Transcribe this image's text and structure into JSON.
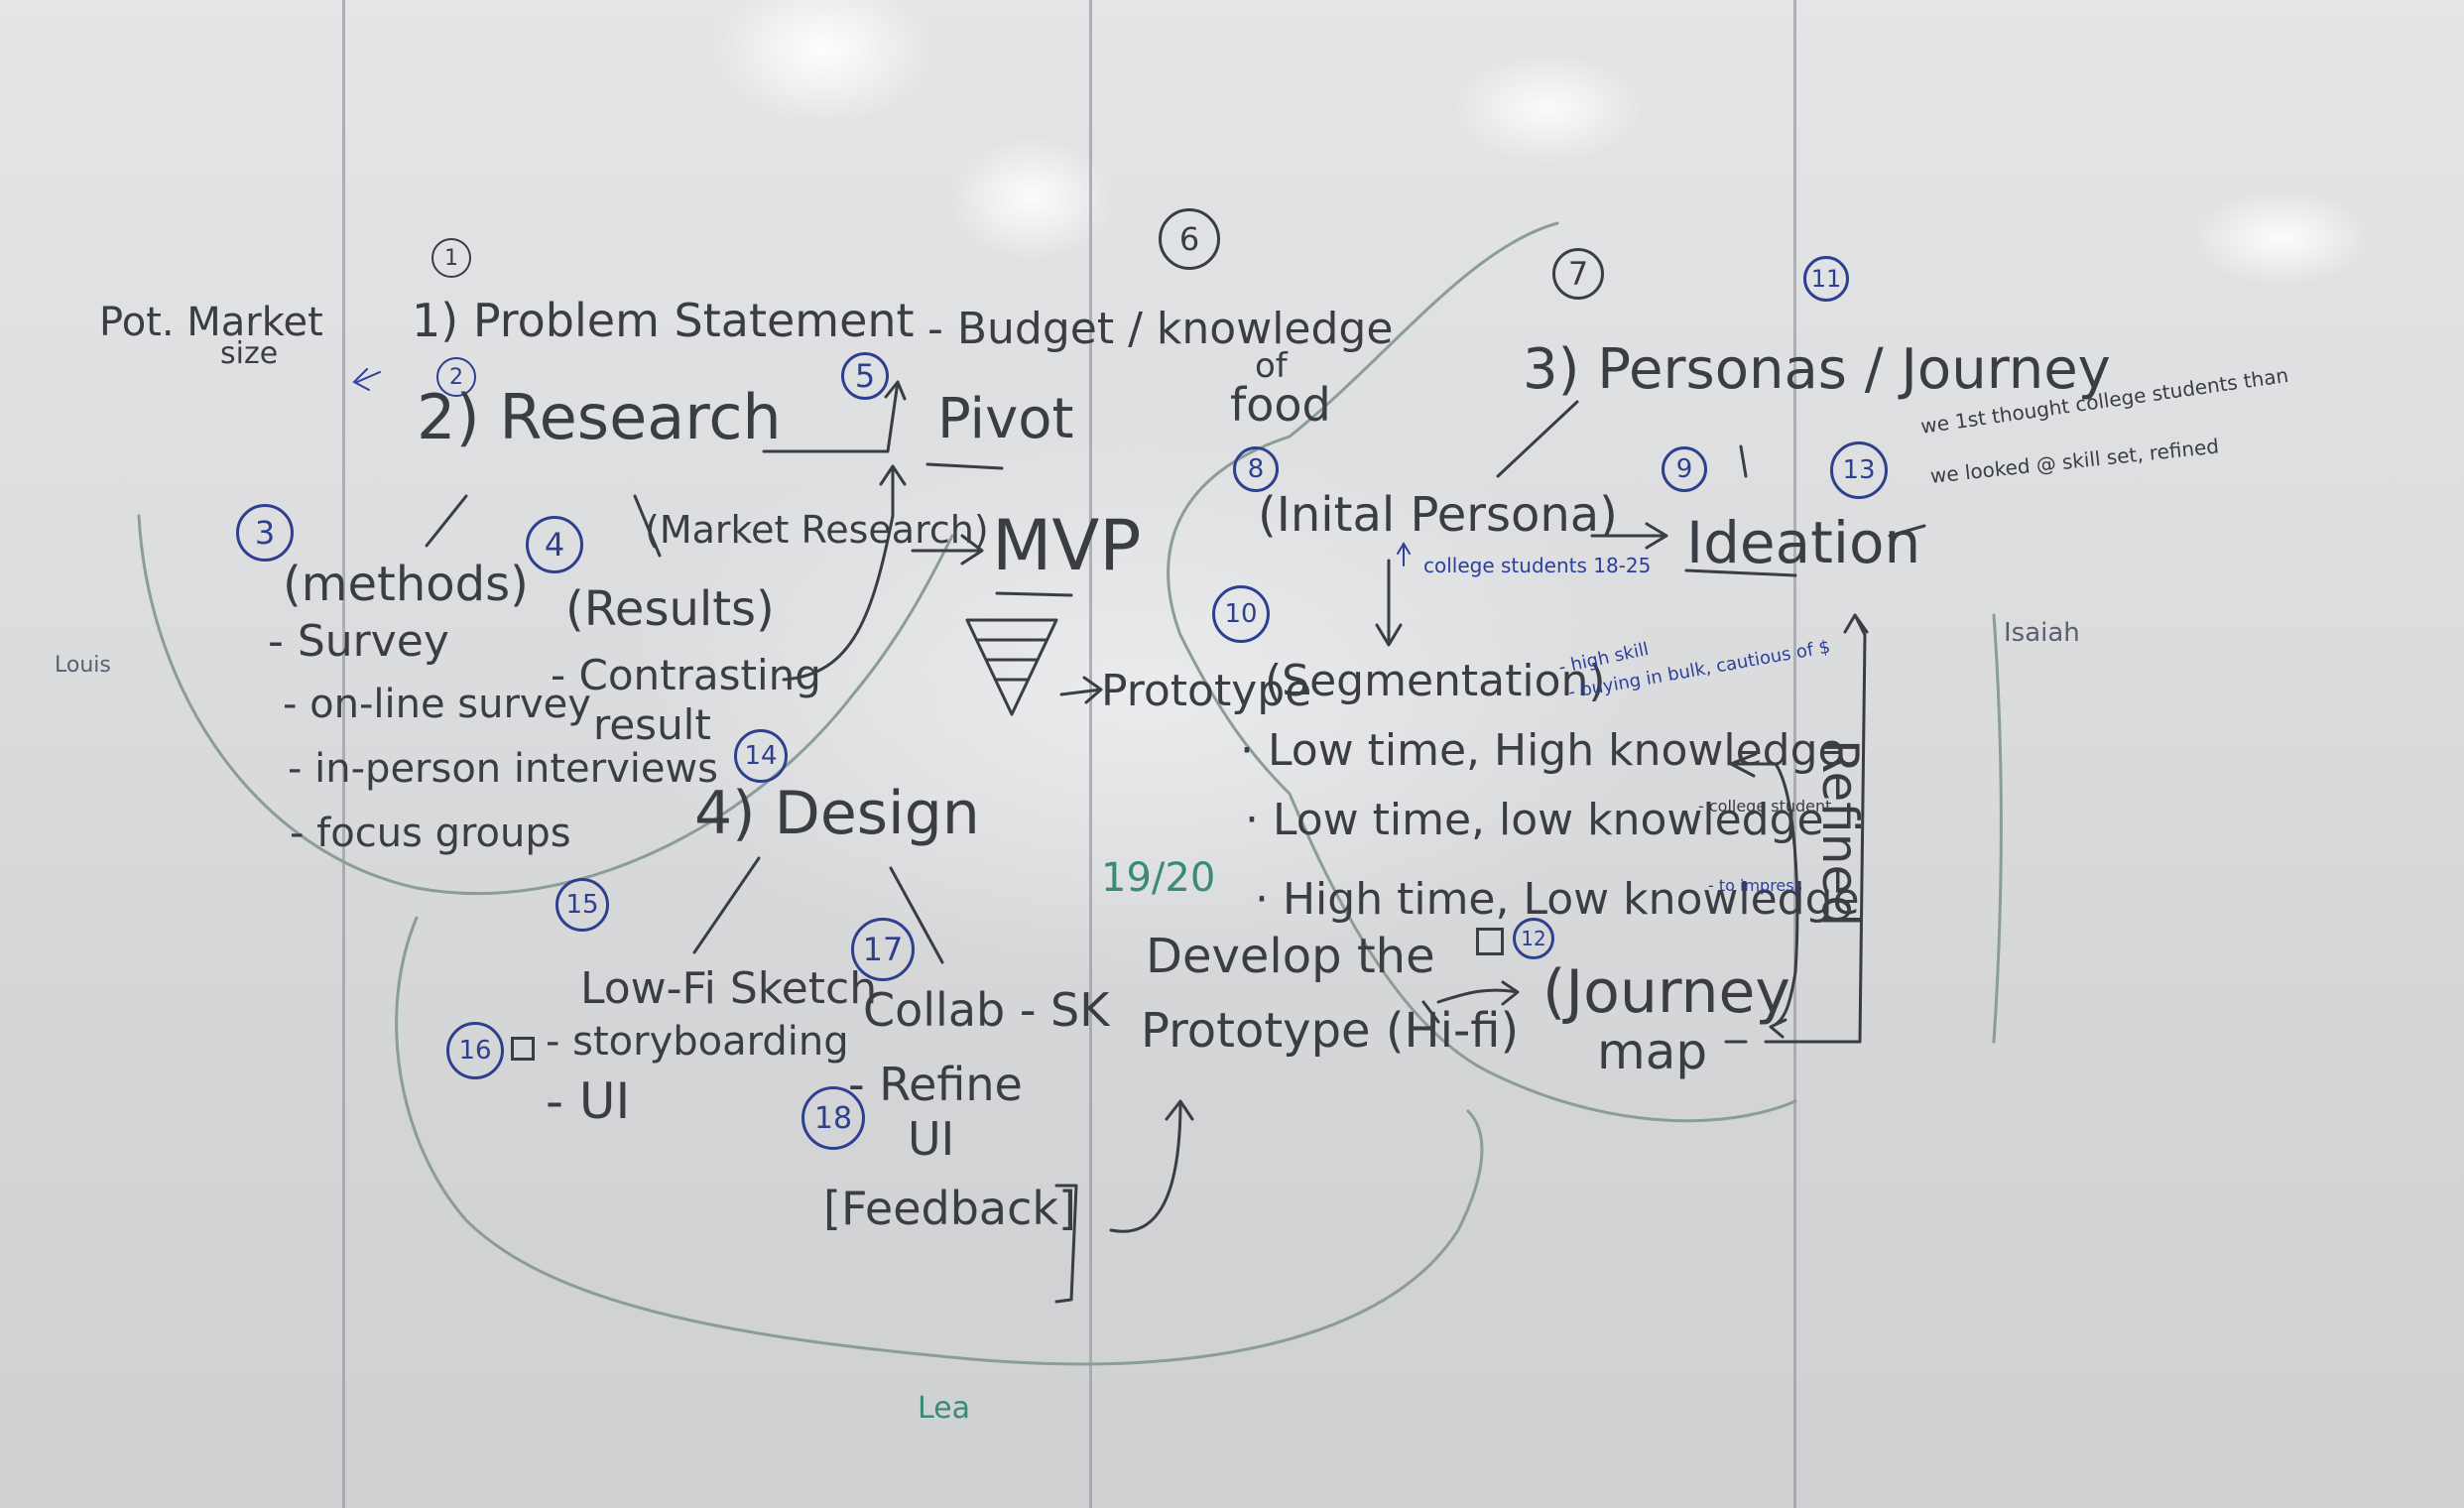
{
  "whiteboard": {
    "step_numbers": [
      "1",
      "2",
      "3",
      "4",
      "5",
      "6",
      "7",
      "8",
      "9",
      "10",
      "11",
      "12",
      "13",
      "14",
      "15",
      "16",
      "17",
      "18"
    ],
    "notes": {
      "pot_market": "Pot. Market",
      "size": "size",
      "problem_statement": "1) Problem Statement",
      "budget_knowledge": "- Budget / knowledge",
      "of": "of",
      "food": "food",
      "personas_journey": "3) Personas / Journey",
      "research": "2) Research",
      "pivot": "Pivot",
      "mvp": "MVP",
      "market_research": "(Market Research)",
      "methods": "(methods)",
      "survey": "- Survey",
      "online_survey": "- on-line survey",
      "in_person": "- in-person interviews",
      "focus_groups": "- focus groups",
      "results": "(Results)",
      "contrasting": "- Contrasting",
      "result": "result",
      "design": "4) Design",
      "prototype": "Prototype",
      "initial_persona": "(Inital Persona)",
      "college_students": "college students 18-25",
      "ideation": "Ideation",
      "ideation_note_1": "we 1st thought college students than",
      "ideation_note_2": "we looked @ skill set, refined",
      "isaiah": "Isaiah",
      "segmentation": "(Segmentation)",
      "seg_note_1": "- high skill",
      "seg_note_2": "- buying in bulk, cautious of $",
      "seg_1": "· Low time, High knowledge",
      "seg_2": "· Low time, low knowledge",
      "seg_2_note": "- college student",
      "seg_3": "· High time, Low knowledge",
      "seg_3_note": "- to impress",
      "refined": "Refined",
      "journey_map_1": "(Journey",
      "journey_map_2": "map",
      "louis": "Louis",
      "low_fi": "Low-Fi Sketch",
      "storyboarding": "- storyboarding",
      "ui_1": "- UI",
      "collab": "Collab - SK",
      "refine": "- Refine",
      "ui_2": "UI",
      "feedback": "[Feedback]",
      "date": "19/20",
      "develop_1": "Develop the",
      "develop_2": "Prototype (Hi-fi)",
      "lea": "Lea"
    }
  }
}
